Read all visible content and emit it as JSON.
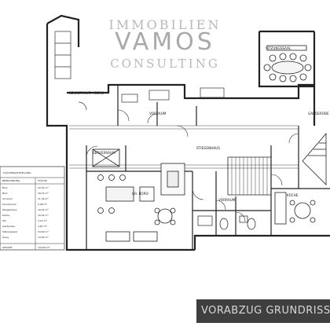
{
  "branding": {
    "line1": "IMMOBILIEN",
    "line2": "VAMOS",
    "line3": "CONSULTING",
    "color": "#a9a9a9"
  },
  "banner": {
    "text": "VORABZUG GRUNDRISS",
    "background": "#3f3f3f",
    "text_color": "#d8d8d8"
  },
  "rooms": {
    "sitzungssaal": "SITZUNGSSAAL",
    "buero_top": "SEKRETARIAT / BÜRO",
    "vorraum": "VORRAUM",
    "serverraum": "SERVERRAUM",
    "stiegenhaus": "STIEGENHAUS",
    "buero_main": "GR. BÜRO",
    "garderobe": "GARDEROBE",
    "vorraum_wc": "VORRAUM",
    "kueche": "KÜCHE"
  },
  "area_table": {
    "title": "FLÄCHENAUFSTELLUNG",
    "header": [
      "BEZEICHNUNG",
      "FLÄCHE"
    ],
    "rows": [
      [
        "Büro",
        "22,51 m²"
      ],
      [
        "Büro",
        "18,74 m²"
      ],
      [
        "Vorraum",
        "11,36 m²"
      ],
      [
        "Serverraum",
        "5,98 m²"
      ],
      [
        "Stiegenhaus",
        "19,22 m²"
      ],
      [
        "Küche",
        "10,45 m²"
      ],
      [
        "WC",
        "3,12 m²"
      ],
      [
        "Garderobe",
        "4,87 m²"
      ],
      [
        "Sitzungssaal",
        "24,60 m²"
      ],
      [
        "Gang",
        "14,05 m²"
      ]
    ],
    "total_label": "GESAMT",
    "total_value": "134,90 m²"
  }
}
